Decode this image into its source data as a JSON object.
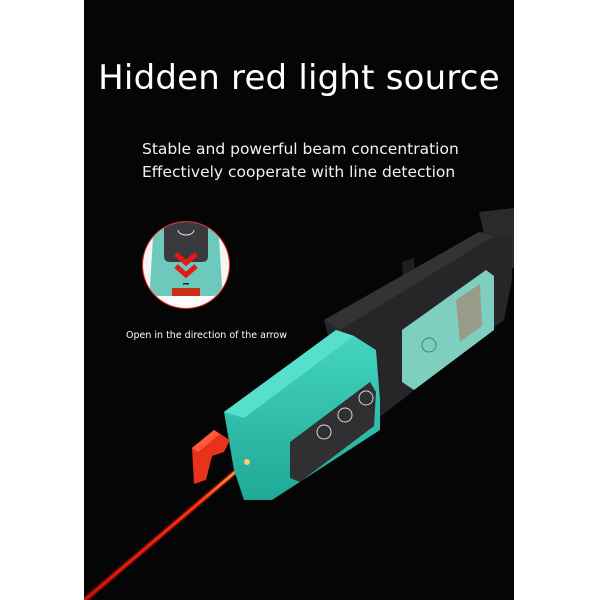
{
  "headline": "Hidden red light source",
  "subtitle_lines": [
    "Stable and powerful beam concentration",
    "Effectively cooperate with line detection"
  ],
  "inset": {
    "caption": "Open in the direction of the arrow",
    "icon": "double-chevron-down-icon"
  },
  "device": {
    "buttons": [
      {
        "icon": "power-icon"
      },
      {
        "icon": "mode-icon"
      },
      {
        "icon": "light-icon"
      }
    ],
    "body_color": "#2ec4b0",
    "housing_color": "#232325",
    "cap_color": "#e8321c",
    "beam_color": "#ff2a0c"
  },
  "colors": {
    "background": "#050505",
    "text": "#ffffff",
    "accent_red": "#e62020"
  }
}
